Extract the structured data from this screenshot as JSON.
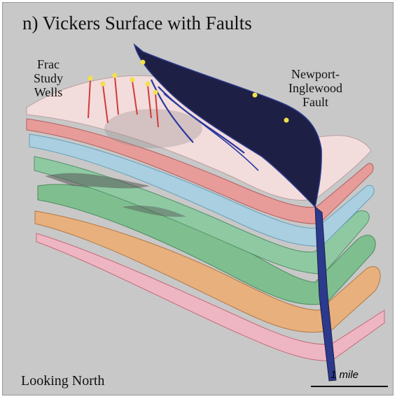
{
  "figure": {
    "title": "n) Vickers  Surface with Faults",
    "wells_label": [
      "Frac",
      "Study",
      "Wells"
    ],
    "fault_label": [
      "Newport-",
      "Inglewood",
      "Fault"
    ],
    "view_direction": "Looking North",
    "scale_label": "1 mile"
  },
  "colors": {
    "background": "#c8c8c8",
    "vickers_surface": "#f3dcdc",
    "fault_plane": "#1e1f45",
    "fault_plane_edge": "#2a3a8a",
    "layer_salmon": "#e79c9a",
    "layer_blue": "#a9cfe0",
    "layer_green": "#8ec9a2",
    "layer_orange": "#e8b07c",
    "layer_pink": "#eeb6c3",
    "well_marker": "#f2e04a",
    "well_path": "#d33a3a"
  },
  "icons": [
    "well-marker-icon",
    "well-path-icon"
  ]
}
